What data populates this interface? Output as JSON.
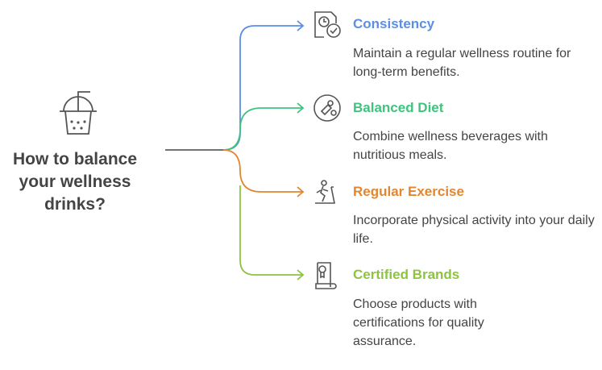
{
  "title": "How to balance your wellness drinks?",
  "colors": {
    "blue": "#5b8fe6",
    "green": "#3ec47d",
    "orange": "#e3862f",
    "lime": "#8cc43e"
  },
  "items": [
    {
      "title": "Consistency",
      "desc": "Maintain a regular wellness routine for long-term benefits.",
      "icon": "clock-check-document-icon"
    },
    {
      "title": "Balanced Diet",
      "desc": "Combine wellness beverages with nutritious meals.",
      "icon": "food-plate-icon"
    },
    {
      "title": "Regular Exercise",
      "desc": "Incorporate physical activity into your daily life.",
      "icon": "treadmill-icon"
    },
    {
      "title": "Certified Brands",
      "desc": "Choose products with certifications for quality assurance.",
      "icon": "certificate-scroll-icon"
    }
  ]
}
